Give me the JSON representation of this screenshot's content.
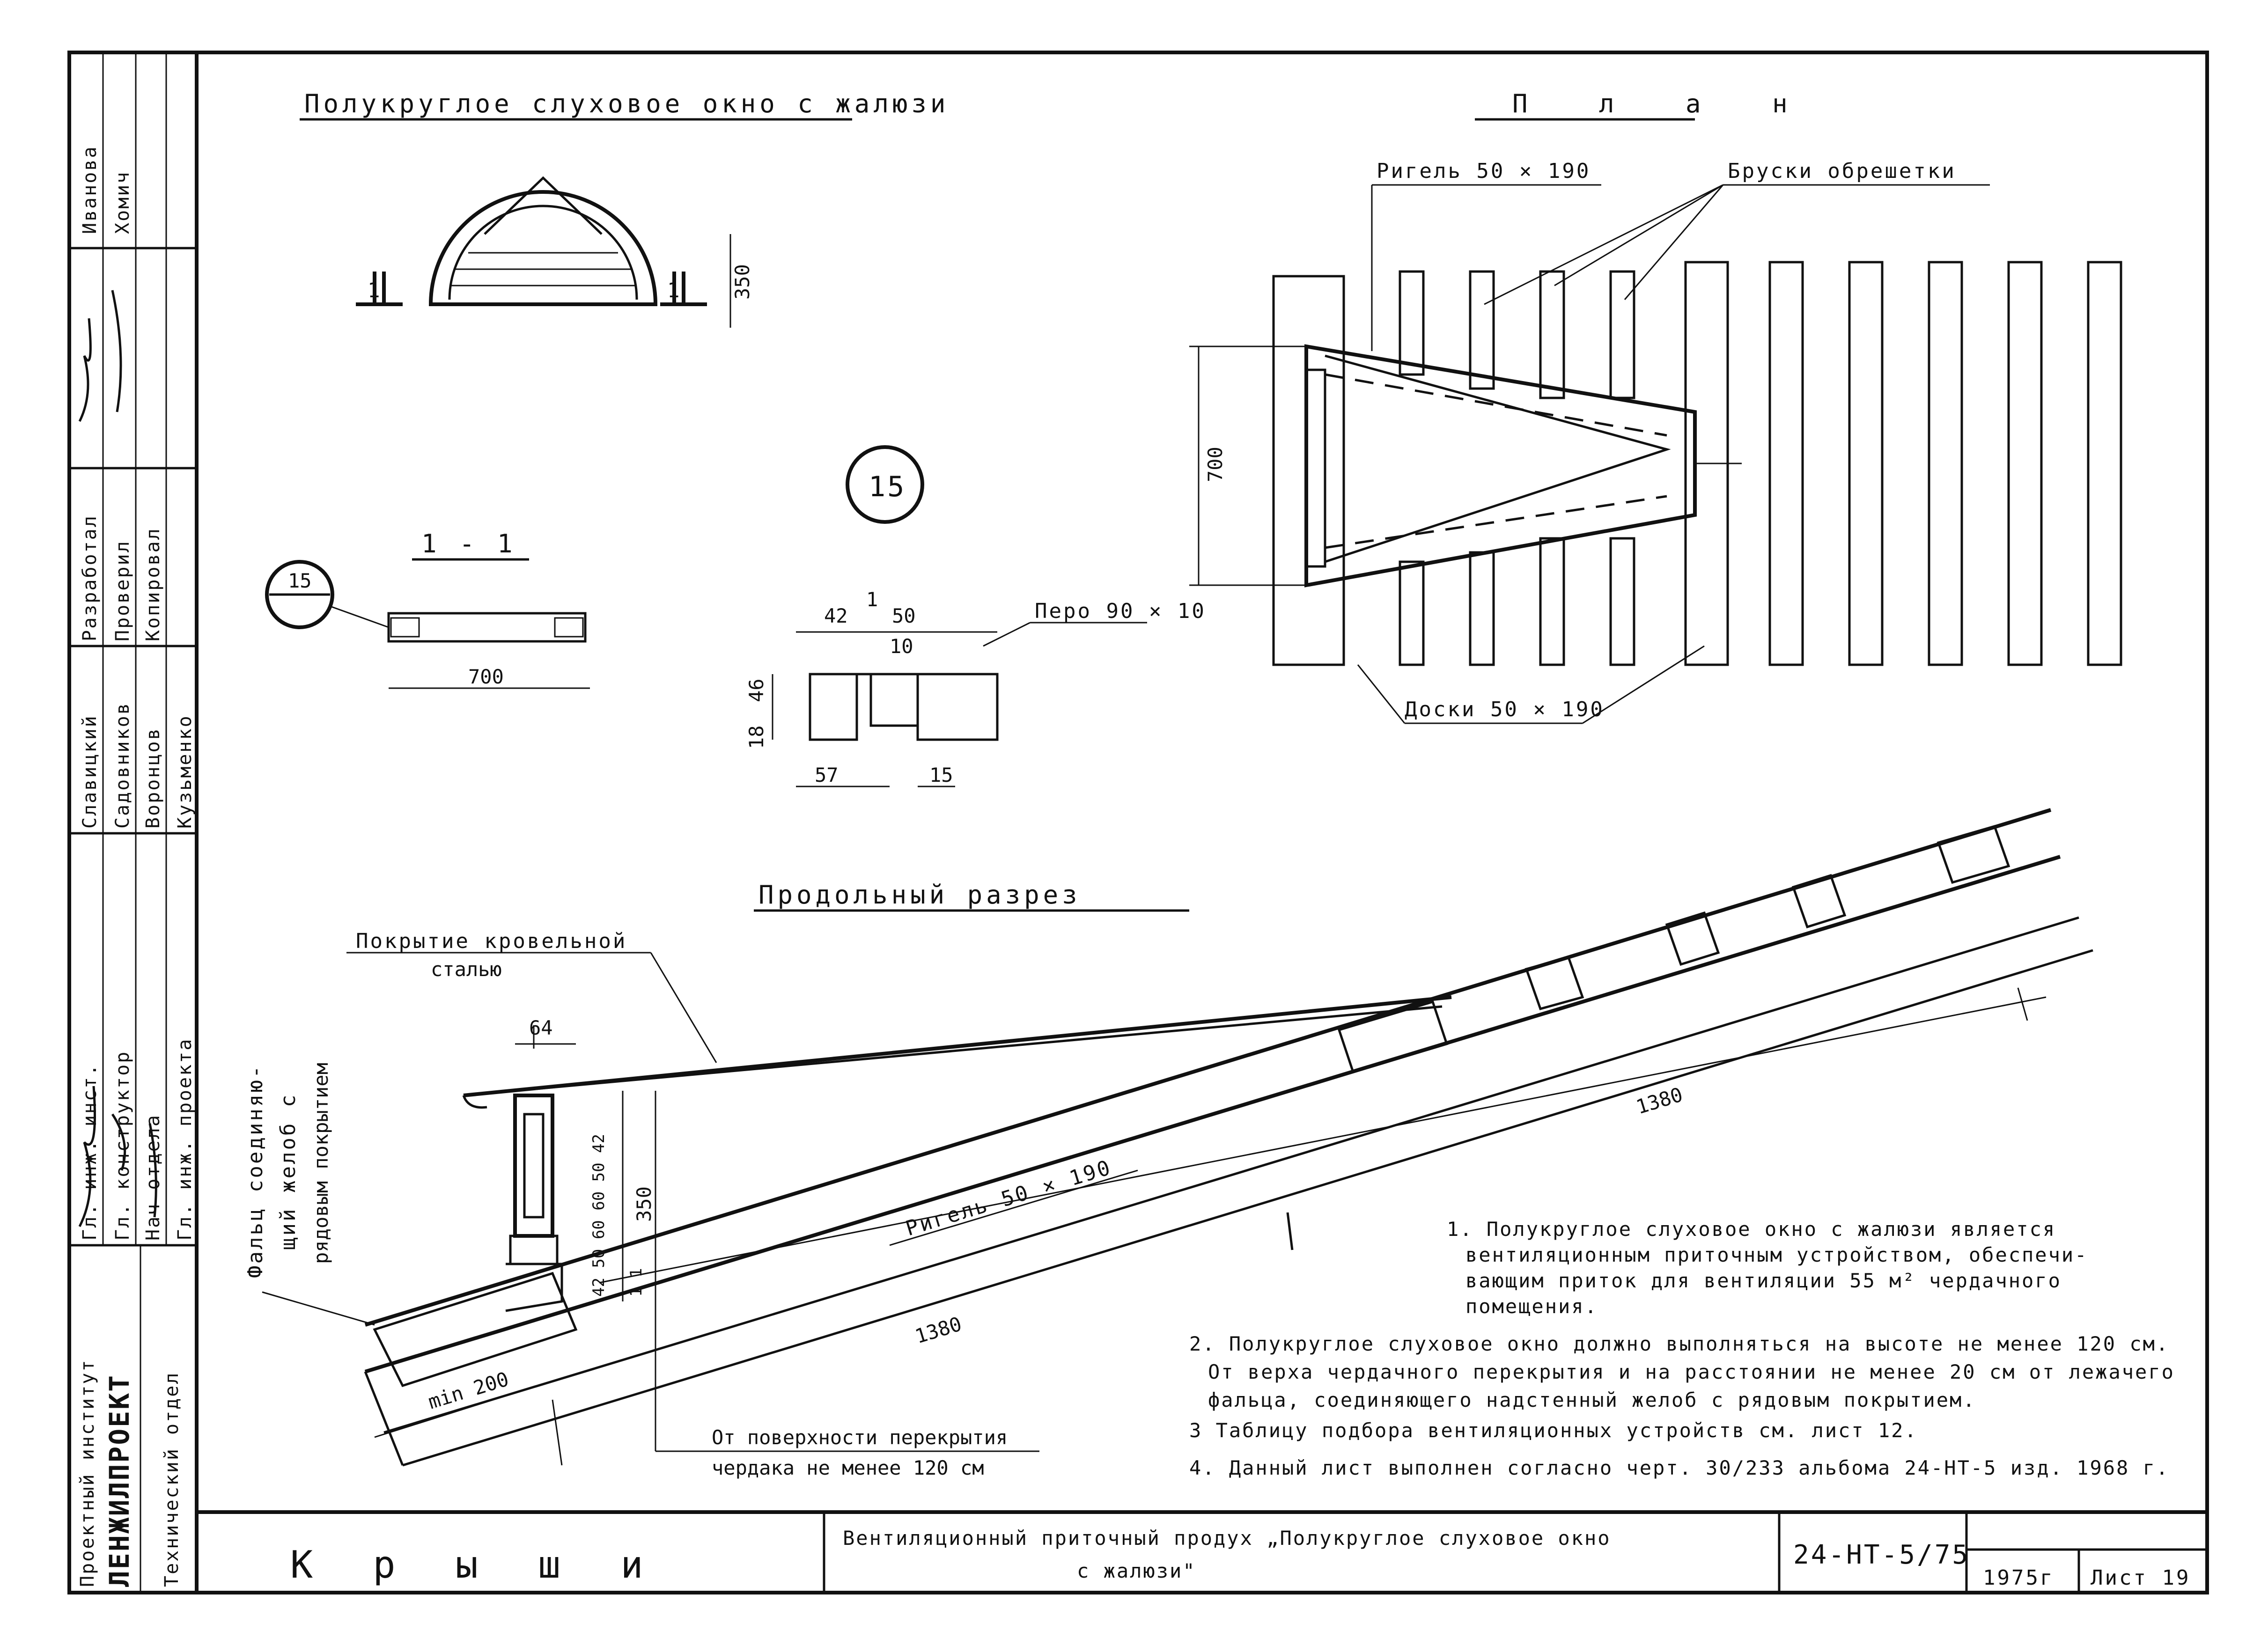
{
  "titles": {
    "window_title": "Полукруглое слуховое окно с жалюзи",
    "plan_title": "П л а н",
    "section_title": "Продольный разрез",
    "cut_title": "1 - 1"
  },
  "labels": {
    "rigel_plan": "Ригель 50 × 190",
    "bruski": "Бруски обрешетки",
    "doski": "Доски 50 × 190",
    "pero": "Перо 90 × 10",
    "pokrytie": "Покрытие кровельной",
    "stalyu": "сталью",
    "falc_1": "Фальц соединяю-",
    "falc_2": "щий желоб с",
    "falc_3": "рядовым покрытием",
    "rigel_section": "Ригель 50 × 190",
    "ot_poverkh": "От поверхности перекрытия",
    "cherdaka": "чердака не менее 120 см",
    "min200": "min 200",
    "detail_ref": "15",
    "marker_1": "1",
    "marker_2": "1"
  },
  "dims": {
    "d350_window": "350",
    "d700_cut": "700",
    "d700_plan": "700",
    "d42": "42",
    "d1": "1",
    "d50": "50",
    "d10": "10",
    "d46": "46",
    "d18": "18",
    "d57": "57",
    "d15": "15",
    "d64": "64",
    "d1380_top": "1380",
    "d1380_bottom": "1380",
    "d350_section": "350",
    "stack": "42 50 60 60 50 42",
    "stack_right": "1 1"
  },
  "notes": [
    "1. Полукруглое слуховое окно с жалюзи является",
    "вентиляционным приточным устройством, обеспечи-",
    "вающим приток для вентиляции 55 м² чердачного",
    "помещения.",
    "2. Полукруглое слуховое окно должно выполняться на высоте не менее 120 см.",
    "От верха чердачного перекрытия и на расстоянии не менее 20 см от лежачего",
    "фальца, соединяющего надстенный желоб с рядовым покрытием.",
    "3 Таблицу подбора вентиляционных устройств см. лист 12.",
    "4. Данный лист выполнен согласно черт. 30/233 альбома 24-НТ-5 изд. 1968 г."
  ],
  "stamp": {
    "rows": [
      {
        "role": "Разработал",
        "name": "Иванова"
      },
      {
        "role": "Проверил",
        "name": "Хомич"
      },
      {
        "role": "Копировал",
        "name": ""
      },
      {
        "role": "Гл. инж. инст.",
        "name": "Славицкий"
      },
      {
        "role": "Гл. конструктор",
        "name": "Садовников"
      },
      {
        "role": "Нач отдела",
        "name": "Воронцов"
      },
      {
        "role": "Гл. инж. проекта",
        "name": "Кузьменко"
      }
    ],
    "institute_1": "Проектный институт",
    "institute_2": "ЛЕНЖИЛПРОЕКТ",
    "department": "Технический отдел",
    "section_name": "К р ы ш и",
    "sheet_title_1": "Вентиляционный приточный продух „Полукруглое слуховое окно",
    "sheet_title_2": "с жалюзи\"",
    "code": "24-НТ-5/75",
    "year": "1975г",
    "sheet": "Лист 19"
  }
}
